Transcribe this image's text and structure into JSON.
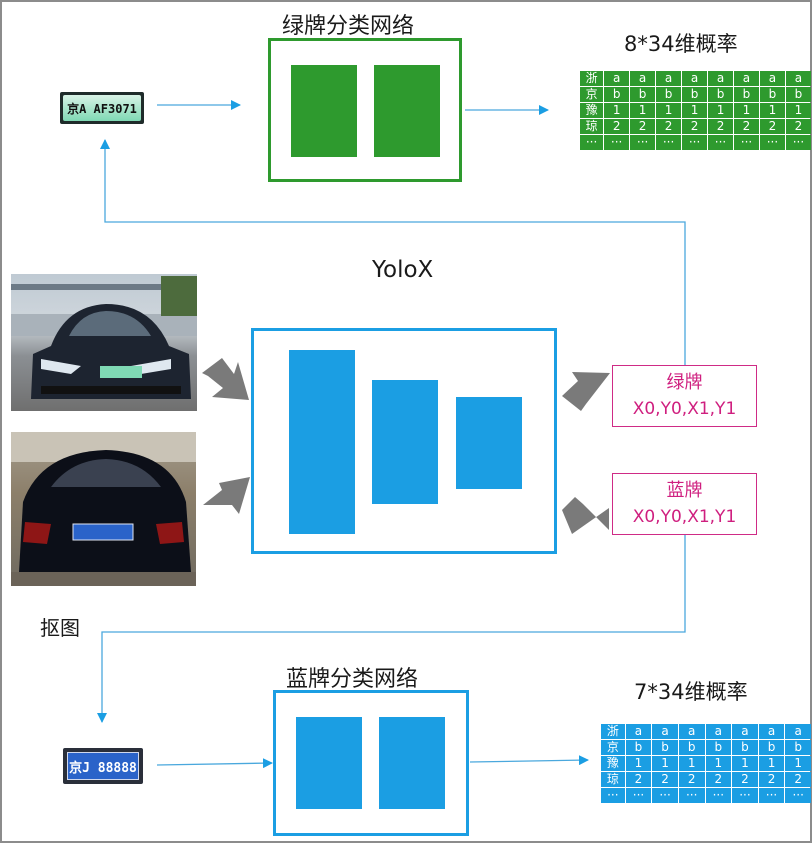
{
  "titles": {
    "green_network": "绿牌分类网络",
    "blue_network": "蓝牌分类网络",
    "green_probability": "8*34维概率",
    "blue_probability": "7*34维概率",
    "detector": "YoloX",
    "crop": "抠图"
  },
  "outputs": {
    "green": {
      "name": "绿牌",
      "coords": "X0,Y0,X1,Y1"
    },
    "blue": {
      "name": "蓝牌",
      "coords": "X0,Y0,X1,Y1"
    }
  },
  "plates": {
    "green": "京A AF3071",
    "blue": "京J 88888"
  },
  "green_grid": {
    "rows": [
      [
        "浙",
        "a",
        "a",
        "a",
        "a",
        "a",
        "a",
        "a",
        "a"
      ],
      [
        "京",
        "b",
        "b",
        "b",
        "b",
        "b",
        "b",
        "b",
        "b"
      ],
      [
        "豫",
        "1",
        "1",
        "1",
        "1",
        "1",
        "1",
        "1",
        "1"
      ],
      [
        "琼",
        "2",
        "2",
        "2",
        "2",
        "2",
        "2",
        "2",
        "2"
      ],
      [
        "···",
        "···",
        "···",
        "···",
        "···",
        "···",
        "···",
        "···",
        "···"
      ]
    ]
  },
  "blue_grid": {
    "rows": [
      [
        "浙",
        "a",
        "a",
        "a",
        "a",
        "a",
        "a",
        "a"
      ],
      [
        "京",
        "b",
        "b",
        "b",
        "b",
        "b",
        "b",
        "b"
      ],
      [
        "豫",
        "1",
        "1",
        "1",
        "1",
        "1",
        "1",
        "1"
      ],
      [
        "琼",
        "2",
        "2",
        "2",
        "2",
        "2",
        "2",
        "2"
      ],
      [
        "···",
        "···",
        "···",
        "···",
        "···",
        "···",
        "···",
        "···"
      ]
    ]
  },
  "colors": {
    "green": "#2e9a2e",
    "blue": "#1b9ee3",
    "connector": "#4aa8dd",
    "arrow_gray": "#7a7a7a",
    "magenta": "#cf1f7f"
  }
}
